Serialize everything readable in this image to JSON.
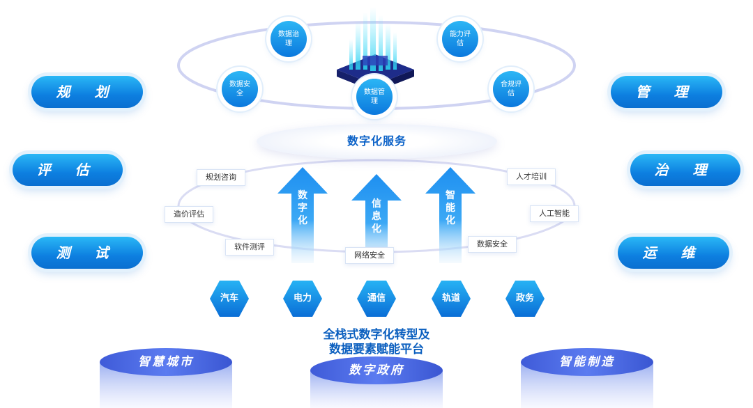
{
  "left_items": [
    "规 划",
    "评 估",
    "测 试"
  ],
  "right_items": [
    "管 理",
    "治 理",
    "运 维"
  ],
  "top_circles": {
    "data_governance": "数据治理",
    "capability_eval": "能力评估",
    "data_security": "数据安全",
    "data_management": "数据管理",
    "compliance_eval": "合规评估"
  },
  "service_label": "数字化服务",
  "arrows": [
    "数字化",
    "信息化",
    "智能化"
  ],
  "tags": {
    "planning_consulting": "规划咨询",
    "cost_evaluation": "造价评估",
    "software_testing": "软件测评",
    "network_security": "网络安全",
    "data_security": "数据安全",
    "ai": "人工智能",
    "talent_training": "人才培训"
  },
  "industries": [
    "汽车",
    "电力",
    "通信",
    "轨道",
    "政务"
  ],
  "platform_title": {
    "line1": "全栈式数字化转型及",
    "line2": "数据要素赋能平台"
  },
  "bases": [
    "智慧城市",
    "数字政府",
    "智能制造"
  ],
  "colors": {
    "primary": "#0d7fe0",
    "light": "#2ab8f6",
    "text_dark": "#0b5fbf"
  }
}
